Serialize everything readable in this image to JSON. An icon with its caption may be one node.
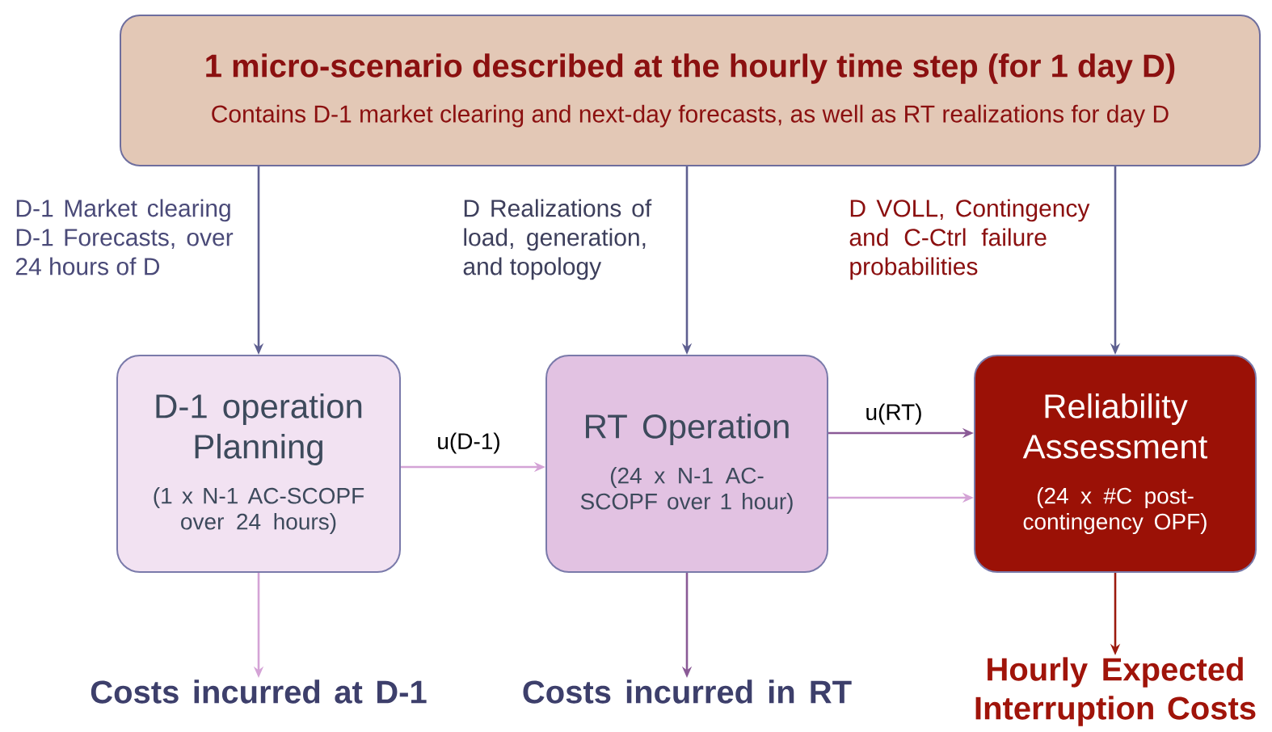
{
  "diagram": {
    "nodes": [
      {
        "text": [
          "1 micro-scenario described at the hourly time step (for 1 day D)",
          "Contains D-1 market clearing and next-day forecasts, as well as RT realizations for day D"
        ]
      },
      {
        "text": [
          "D-1 operation Planning",
          "(1 x N-1 AC-SCOPF over 24 hours)"
        ]
      },
      {
        "text": [
          "RT Operation",
          "(24 x N-1 AC-SCOPF over 1 hour)"
        ]
      },
      {
        "text": [
          "Reliability Assessment",
          "(24 x #C post-contingency OPF)"
        ]
      },
      {
        "text": [
          "Costs incurred at D-1"
        ]
      },
      {
        "text": [
          "Costs incurred in RT"
        ]
      },
      {
        "text": [
          "Hourly Expected Interruption Costs"
        ]
      }
    ],
    "edges": [
      {
        "from": 0,
        "to": 1,
        "arrow": "to",
        "label": "D-1 Market clearing D-1 Forecasts, over 24 hours of D"
      },
      {
        "from": 0,
        "to": 2,
        "arrow": "to",
        "label": "D Realizations of load, generation, and topology"
      },
      {
        "from": 0,
        "to": 3,
        "arrow": "to",
        "label": "D VOLL, Contingency and C-Ctrl failure probabilities"
      },
      {
        "from": 1,
        "to": 2,
        "arrow": "to",
        "label": "u(D-1)",
        "color": "#d4a3d6"
      },
      {
        "from": 2,
        "to": 3,
        "arrow": "to",
        "label": "u(RT)",
        "color": "#8a5a96"
      },
      {
        "from": 2,
        "to": 3,
        "arrow": "to",
        "color": "#d4a3d6"
      },
      {
        "from": 1,
        "to": 4,
        "arrow": "to",
        "color": "#d4a3d6"
      },
      {
        "from": 2,
        "to": 5,
        "arrow": "to",
        "color": "#8a5a96"
      },
      {
        "from": 3,
        "to": 6,
        "arrow": "to",
        "color": "#9b1a0e"
      }
    ]
  }
}
